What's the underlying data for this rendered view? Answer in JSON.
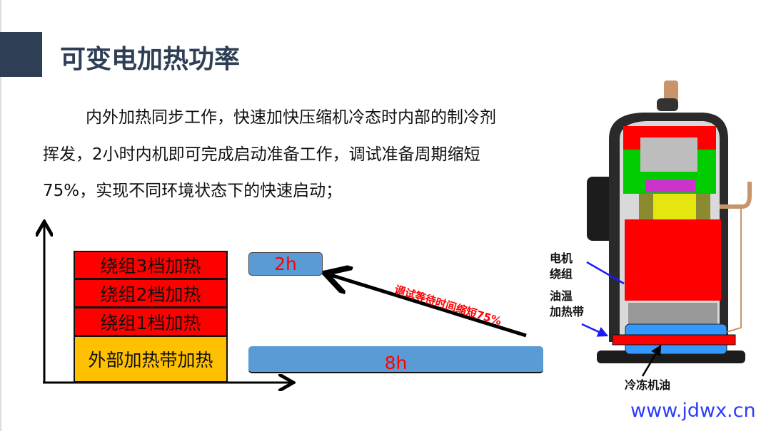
{
  "title": "可变电加热功率",
  "paragraph": {
    "line1": "内外加热同步工作，快速加快压缩机冷态时内部的制冷剂",
    "line2": "挥发，2小时内机即可完成启动准备工作，调试准备周期缩短",
    "line3": "75%，实现不同环境状态下的快速启动；"
  },
  "stack": [
    "绕组3档加热",
    "绕组2档加热",
    "绕组1档加热",
    "外部加热带加热"
  ],
  "bars": {
    "short": "2h",
    "long": "8h"
  },
  "arrow_label": "调试等待时间缩短75%",
  "compressor_labels": {
    "motor": [
      "电机",
      "绕组"
    ],
    "heater": [
      "油温",
      "加热带"
    ],
    "oil": "冷冻机油"
  },
  "watermark": "www.jdwx.cn",
  "colors": {
    "title": "#2d3e55",
    "winding": "#ff0000",
    "external": "#ffc000",
    "bar": "#5b9bd5",
    "watermark": "#2b3bff"
  }
}
